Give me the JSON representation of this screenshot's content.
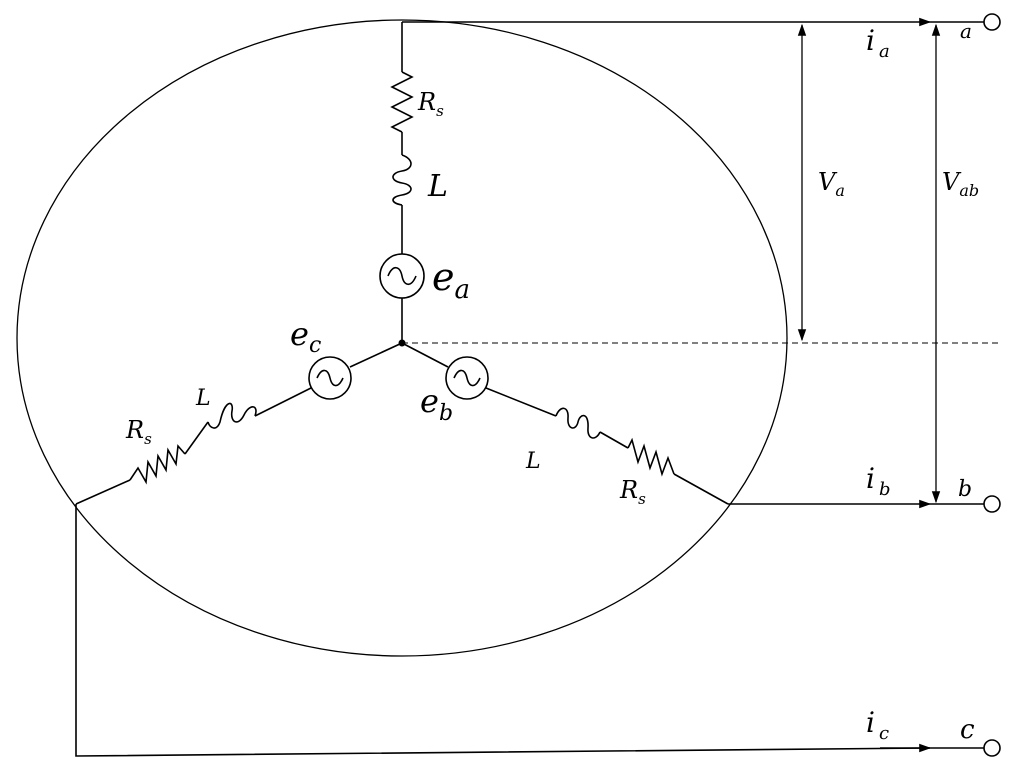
{
  "labels": {
    "rs_a": {
      "main": "R",
      "sub": "s"
    },
    "l_a": {
      "main": "L"
    },
    "e_a": {
      "main": "e",
      "sub": "a"
    },
    "e_c": {
      "main": "e",
      "sub": "c"
    },
    "e_b": {
      "main": "e",
      "sub": "b"
    },
    "l_c": {
      "main": "L"
    },
    "rs_c": {
      "main": "R",
      "sub": "s"
    },
    "l_b": {
      "main": "L"
    },
    "rs_b": {
      "main": "R",
      "sub": "s"
    },
    "i_a": {
      "main": "i",
      "sub": "a"
    },
    "i_b": {
      "main": "i",
      "sub": "b"
    },
    "i_c": {
      "main": "i",
      "sub": "c"
    },
    "v_a": {
      "main": "V",
      "sub": "a"
    },
    "v_ab": {
      "main": "V",
      "sub": "ab"
    },
    "term_a": {
      "main": "a"
    },
    "term_b": {
      "main": "b"
    },
    "term_c": {
      "main": "c"
    }
  },
  "colors": {
    "line": "#000000",
    "background": "#ffffff"
  }
}
